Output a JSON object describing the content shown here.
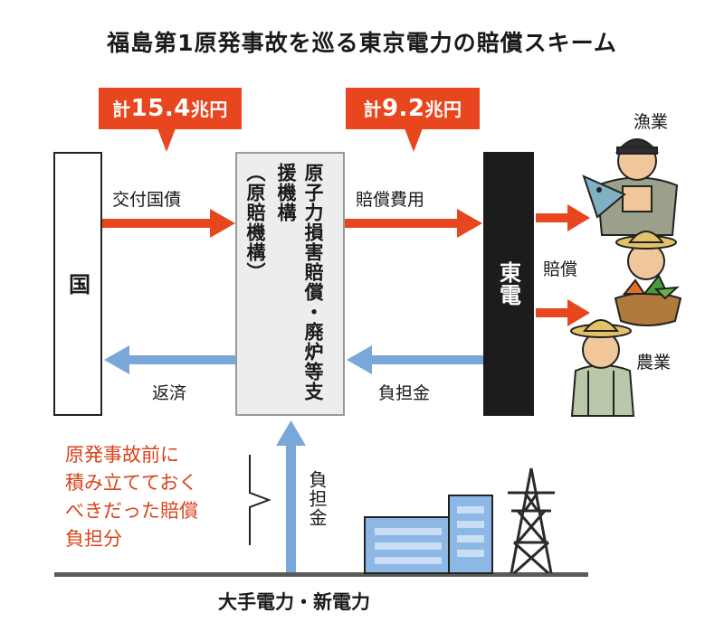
{
  "title": "福島第1原発事故を巡る東京電力の賠償スキーム",
  "callouts": {
    "left": {
      "prefix": "計",
      "amount": "15.4",
      "unit": "兆円"
    },
    "right": {
      "prefix": "計",
      "amount": "9.2",
      "unit": "兆円"
    }
  },
  "nodes": {
    "kuni": "国",
    "agency_main": "原子力損害賠償・廃炉等支援機構",
    "agency_abbr": "（原賠機構）",
    "tepco": "東電",
    "utilities": "大手電力・新電力"
  },
  "flows": {
    "bonds": "交付国債",
    "repay": "返済",
    "compensation_cost": "賠償費用",
    "burden_tepco": "負担金",
    "burden_utilities": "負担金",
    "compensation": "賠償"
  },
  "recipients": {
    "fishery": "漁業",
    "agriculture": "農業"
  },
  "note": {
    "lines": [
      "原発事故前に",
      "積み立てておく",
      "べきだった賠償",
      "負担分"
    ]
  },
  "colors": {
    "red": "#e8461e",
    "blue": "#7aa7d9",
    "black": "#1c1c1c",
    "gray_box": "#ededed"
  }
}
